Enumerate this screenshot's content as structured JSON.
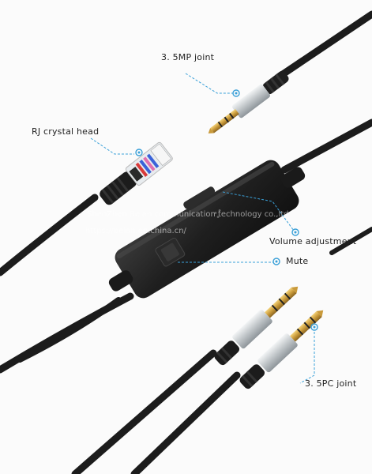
{
  "labels": {
    "mp_joint": "3. 5MP joint",
    "rj_head": "RJ crystal head",
    "volume": "Volume adjustment",
    "mute": "Mute",
    "pc_joint": "3. 5PC joint"
  },
  "watermark": {
    "line1": "ShenZhen Beian communication technology co.,ltd",
    "line2": "https://beian.en.china.cn/"
  },
  "colors": {
    "background": "#fbfbfb",
    "cable": "#1c1c1c",
    "callout": "#3aa0d8",
    "gold": "#c99a3a",
    "silver": "#cfd3d6"
  }
}
